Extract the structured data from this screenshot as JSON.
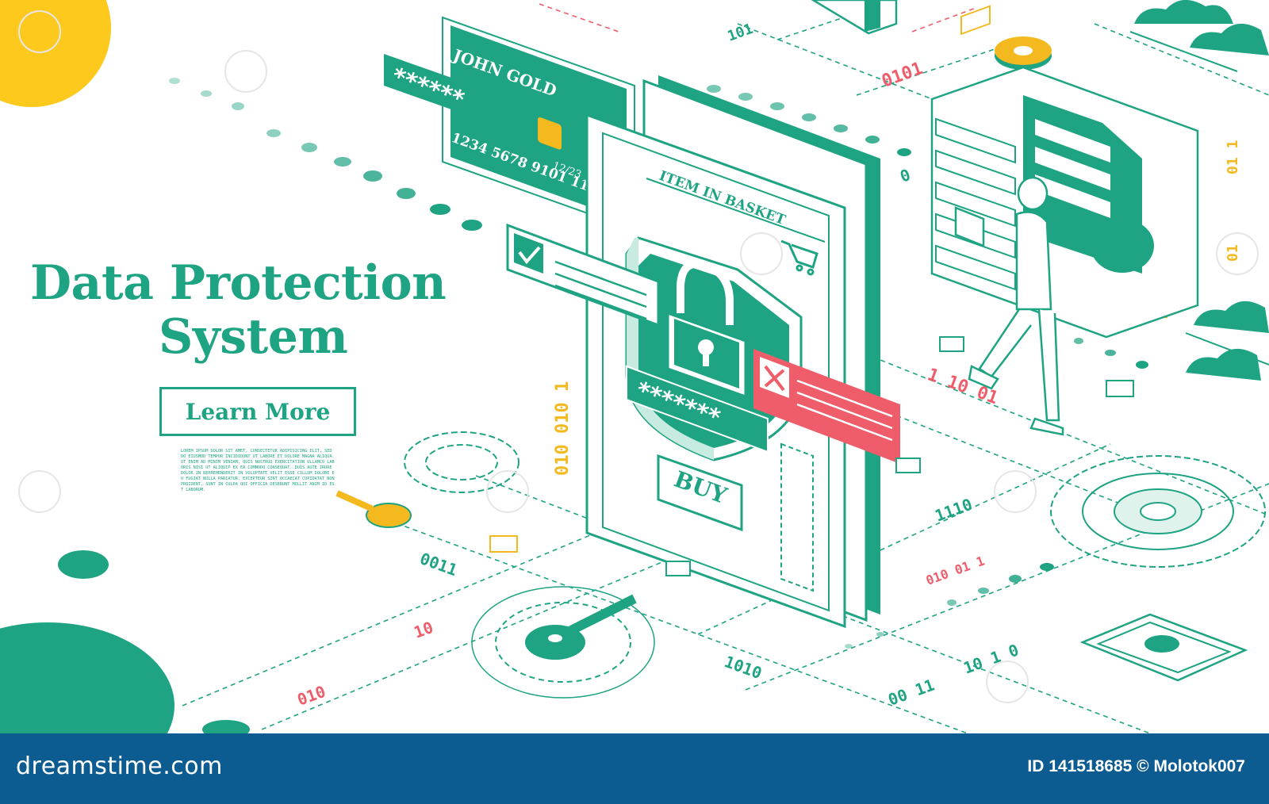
{
  "headline": {
    "line1": "Data Protection",
    "line2": "System"
  },
  "cta": {
    "label": "Learn More"
  },
  "lorem": "Lorem ipsum dolor sit amet, consectetur adipisicing elit, sed do eiusmod tempor incididunt ut labore et dolore magna aliqua. Ut enim ad minim veniam, quis nostrud exercitation ullamco laboris nisi ut aliquip ex ea commodo consequat. Duis aute irure dolor in reprehenderit in voluptate velit esse cillum dolore eu fugiat nulla pariatur. Excepteur sint occaecat cupidatat non proident, sunt in culpa qui officia deserunt mollit anim id est laborum.",
  "card": {
    "name": "JOHN GOLD",
    "number": "1234 5678 9101 1121",
    "expiry": "12/23",
    "password_mask": "******"
  },
  "tablet": {
    "header": "ITEM IN BASKET",
    "password_mask": "*******",
    "buy_label": "BUY"
  },
  "binary": {
    "top_1": "101",
    "top_2": "0101",
    "right_1": "01 1",
    "right_2": "01",
    "left_vertical": "010 010 1",
    "mid_1": "1 10 01",
    "mid_2": "1110",
    "mid_3": "010 01 1",
    "lower_1": "0011",
    "lower_2": "10",
    "lower_3": "010",
    "lower_4": "1010",
    "lower_5": "00 11",
    "lower_6": "10 1 0",
    "zero": "0"
  },
  "footer": {
    "logo": "dreamstime.com",
    "credit": "ID 141518685 © Molotok007"
  },
  "icons": [
    "shield-icon",
    "padlock-icon",
    "credit-card-icon",
    "gear-icon",
    "key-icon",
    "envelope-icon",
    "server-icon",
    "cloud-icon",
    "cart-icon",
    "checkbox-icon",
    "error-icon",
    "smartphone-icon"
  ],
  "colors": {
    "primary": "#1ea383",
    "alert": "#ef5d6b",
    "accent": "#f4b91f",
    "footer": "#0c5c91",
    "sun": "#fdc91c"
  }
}
